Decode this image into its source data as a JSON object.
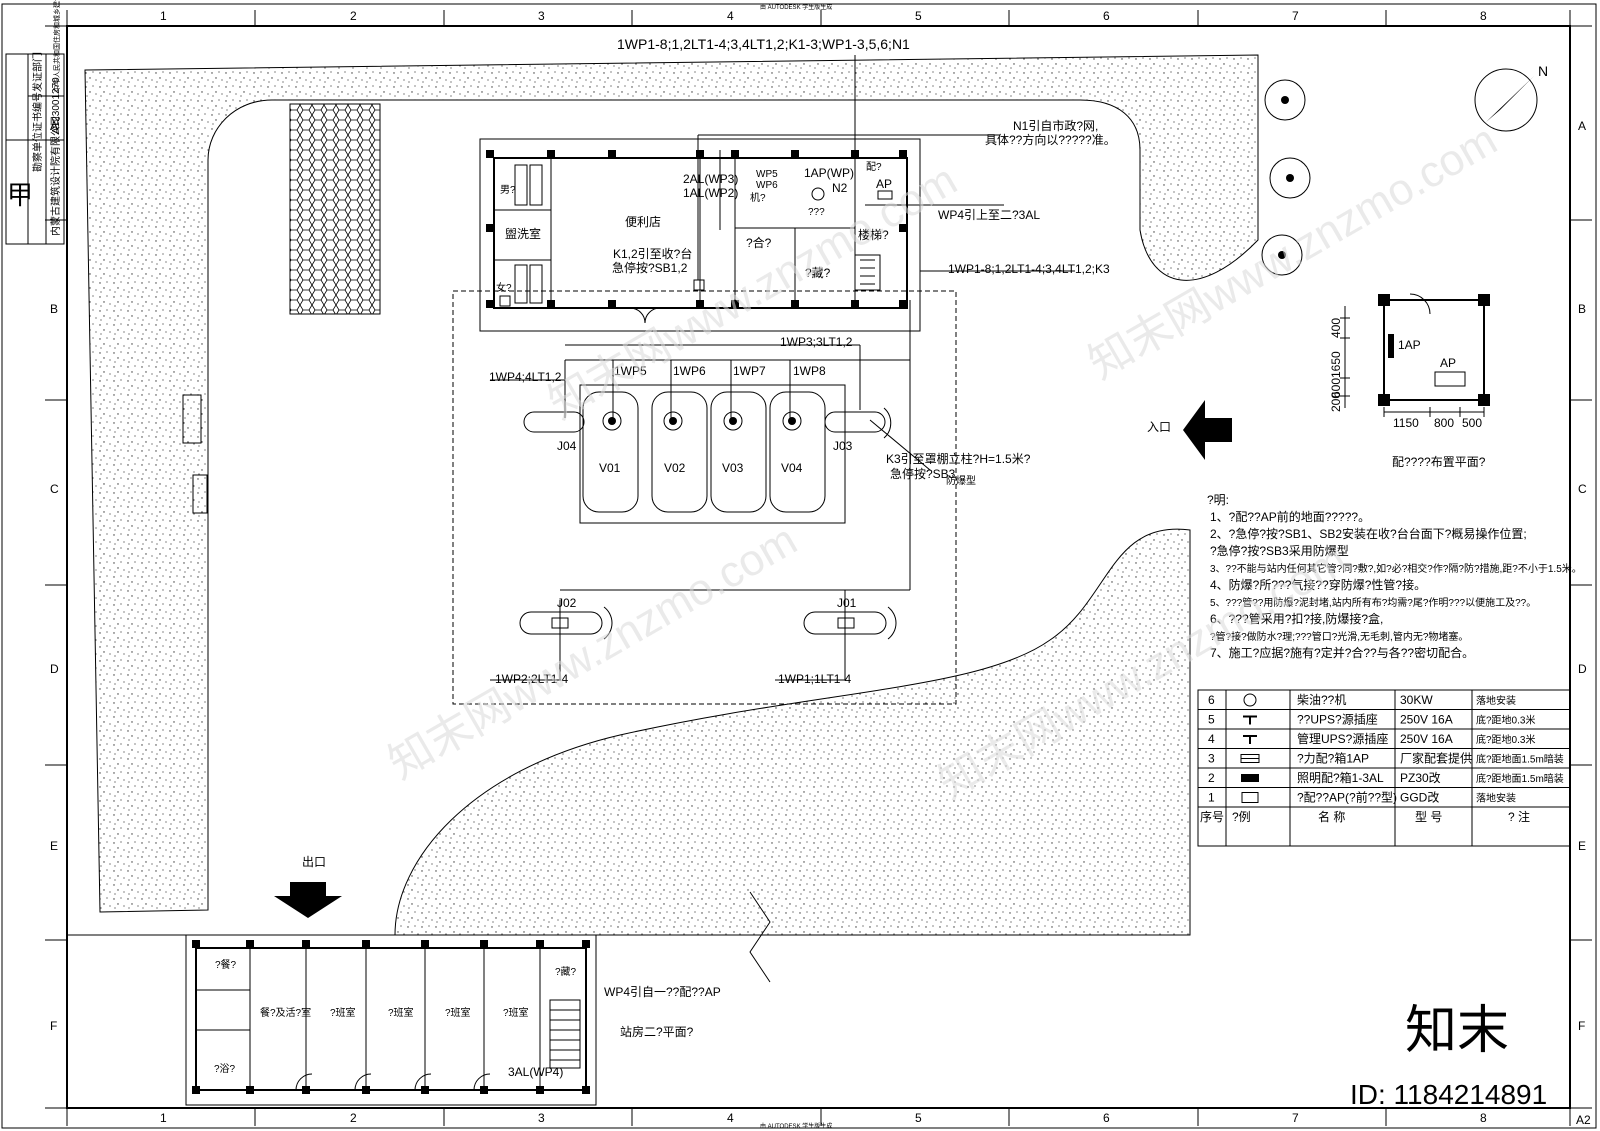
{
  "frame": {
    "columns": [
      "1",
      "2",
      "3",
      "4",
      "5",
      "6",
      "7",
      "8"
    ],
    "rows": [
      "A",
      "B",
      "C",
      "D",
      "E",
      "F"
    ],
    "sheet_size": "A2",
    "autodesk_note": "由 AUTODESK 学生版生成"
  },
  "title_stamp": {
    "big_char": "甲",
    "rows": [
      "勘察单位",
      "证书编号",
      "发证部门"
    ],
    "values": [
      "内蒙古建筑设计院有限公司",
      "A123001270",
      "中华人民共和国住房和城乡建设部"
    ]
  },
  "north_label": "N",
  "feeder_labels": {
    "top_main": "1WP1-8;1,2LT1-4;3,4LT1,2;K1-3;WP1-3,5,6;N1",
    "n1_a": "N1引自市政?网,",
    "n1_b": "具体??方向以?????准。",
    "wp4_up": "WP4引上至二?3AL",
    "right_run": "1WP1-8;1,2LT1-4;3,4LT1,2;K3",
    "wp3": "1WP3;3LT1,2",
    "wp4_left": "1WP4;4LT1,2",
    "wp5": "1WP5",
    "wp6": "1WP6",
    "wp7": "1WP7",
    "wp8": "1WP8",
    "k3_a": "K3引至罩棚立柱?H=1.5米?",
    "k3_b": "急停按?SB3",
    "k3_c": "防爆型",
    "j02_run": "1WP2;2LT1-4",
    "j01_run": "1WP1;1LT1-4",
    "k12_a": "K1,2引至收?台",
    "k12_b": "急停按?SB1,2",
    "wp_2al": "2AL(WP3)",
    "wp_1al": "1AL(WP2)",
    "wp5b": "WP5",
    "wp6b": "WP6",
    "ap_wp": "1AP(WP)",
    "n2": "N2",
    "ap": "AP",
    "gen": "机?",
    "gen_q": "???",
    "ap_mark": "配?",
    "wp4_office": "WP4引自一??配??AP",
    "al3": "3AL(WP4)"
  },
  "rooms": {
    "shop": "便利店",
    "wash": "盥洗室",
    "male": "男?",
    "female": "女?",
    "cashier": "?合?",
    "storage": "?藏?",
    "stairs": "楼梯?",
    "kitchen": "?餐?",
    "dining": "餐?及活?室",
    "duty1": "?班室",
    "duty2": "?班室",
    "duty3": "?班室",
    "duty4": "?班室",
    "store2": "?藏?",
    "bath": "?浴?",
    "office_title": "站房二?平面?"
  },
  "dispensers": [
    "V01",
    "V02",
    "V03",
    "V04"
  ],
  "islands": [
    "J04",
    "J03",
    "J02",
    "J01"
  ],
  "directions": {
    "entry": "入口",
    "exit": "出口"
  },
  "inset": {
    "dims_v": [
      "400",
      "1650",
      "600",
      "200"
    ],
    "dims_h": [
      "1150",
      "800",
      "500"
    ],
    "ap1": "1AP",
    "ap": "AP",
    "title": "配????布置平面?"
  },
  "notes": {
    "heading": "?明:",
    "items": [
      "1、?配??AP前的地面?????。",
      "2、?急停?按?SB1、SB2安装在收?台台面下?概易操作位置;",
      "   ?急停?按?SB3采用防爆型",
      "3、??不能与站内任何其它管?同?敷?,如?必?相交?作?隔?防?措施,距?不小于1.5米。",
      "4、防爆?所???气接??穿防爆?性管?接。",
      "5、???管??用防爆?泥封堵,站内所有布?均需?尾?作明???以便施工及??。",
      "6、???管采用?扣?接,防爆接?盒,",
      "   ?管?接?做防水?理;???管口?光滑,无毛刺,管内无?物堵塞。",
      "7、施工?应据?施有?定并?合??与各??密切配合。"
    ]
  },
  "legend": {
    "headers": [
      "序号",
      "?例",
      "名  称",
      "型  号",
      "?  注"
    ],
    "rows": [
      {
        "no": "6",
        "symbol": "generator",
        "name": "柴油??机",
        "model": "30KW",
        "note": "落地安装"
      },
      {
        "no": "5",
        "symbol": "socket-ups",
        "name": "??UPS?源插座",
        "model": "250V 16A",
        "note": "底?距地0.3米"
      },
      {
        "no": "4",
        "symbol": "socket-ups",
        "name": "管理UPS?源插座",
        "model": "250V 16A",
        "note": "底?距地0.3米"
      },
      {
        "no": "3",
        "symbol": "box-outline",
        "name": "?力配?箱1AP",
        "model": "厂家配套提供",
        "note": "底?距地面1.5m暗装"
      },
      {
        "no": "2",
        "symbol": "box-filled",
        "name": "照明配?箱1-3AL",
        "model": "PZ30改",
        "note": "底?距地面1.5m暗装"
      },
      {
        "no": "1",
        "symbol": "box-empty",
        "name": "?配??AP(?前??型)",
        "model": "GGD改",
        "note": "落地安装"
      }
    ]
  },
  "watermark": {
    "brand": "知末",
    "id_text": "ID: 1184214891",
    "site": "知末网www.znzmo.com"
  }
}
